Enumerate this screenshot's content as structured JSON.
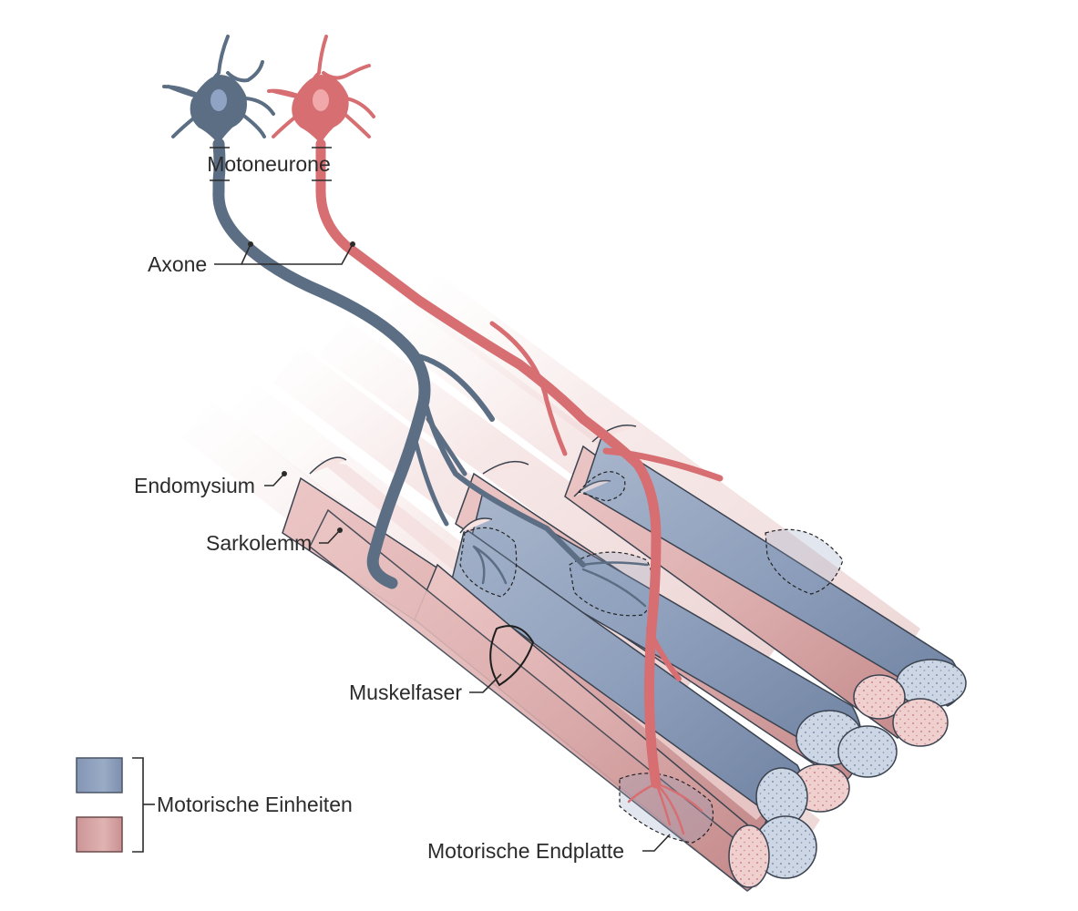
{
  "labels": {
    "motoneurone": "Motoneurone",
    "axone": "Axone",
    "endomysium": "Endomysium",
    "sarkolemm": "Sarkolemm",
    "muskelfaser": "Muskelfaser",
    "motorische_einheiten": "Motorische Einheiten",
    "motorische_endplatte": "Motorische Endplatte"
  },
  "colors": {
    "blue_unit": "#8b9bb8",
    "blue_dark": "#5c6e84",
    "red_unit": "#d9a2a3",
    "red_dark": "#d66e72",
    "outline": "#3b4350"
  },
  "legend": [
    {
      "unit": "blue",
      "color": "#8fa0bd"
    },
    {
      "unit": "red",
      "color": "#d6a3a4"
    }
  ]
}
